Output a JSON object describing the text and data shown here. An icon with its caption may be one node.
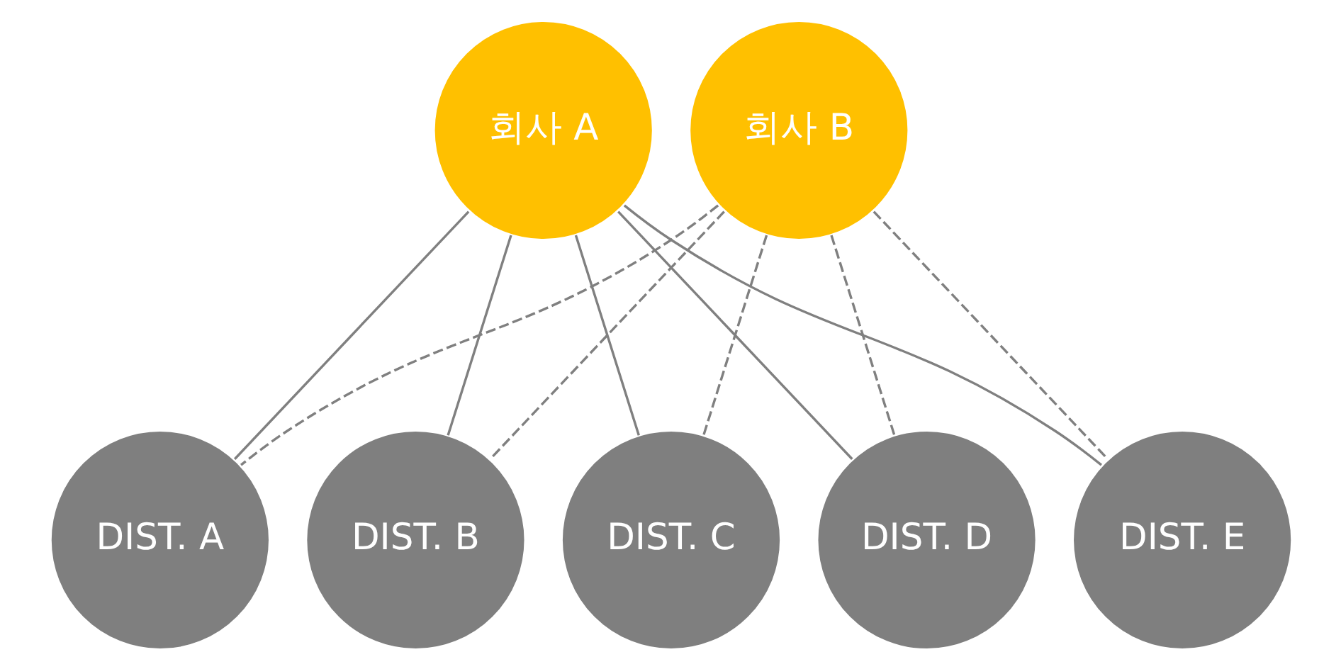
{
  "diagram": {
    "nodes": [
      {
        "text": [
          "회사 A"
        ]
      },
      {
        "text": [
          "회사 B"
        ]
      },
      {
        "text": [
          "DIST. A"
        ]
      },
      {
        "text": [
          "DIST. B"
        ]
      },
      {
        "text": [
          "DIST. C"
        ]
      },
      {
        "text": [
          "DIST. D"
        ]
      },
      {
        "text": [
          "DIST. E"
        ]
      }
    ],
    "edges": [
      {
        "from": 0,
        "to": 2,
        "arrow": "none"
      },
      {
        "from": 0,
        "to": 3,
        "arrow": "none"
      },
      {
        "from": 0,
        "to": 4,
        "arrow": "none"
      },
      {
        "from": 0,
        "to": 5,
        "arrow": "none"
      },
      {
        "from": 0,
        "to": 6,
        "arrow": "none"
      },
      {
        "from": 1,
        "to": 2,
        "arrow": "none",
        "style": "dashed"
      },
      {
        "from": 1,
        "to": 3,
        "arrow": "none",
        "style": "dashed"
      },
      {
        "from": 1,
        "to": 4,
        "arrow": "none",
        "style": "dashed"
      },
      {
        "from": 1,
        "to": 5,
        "arrow": "none",
        "style": "dashed"
      },
      {
        "from": 1,
        "to": 6,
        "arrow": "none",
        "style": "dashed"
      }
    ]
  }
}
